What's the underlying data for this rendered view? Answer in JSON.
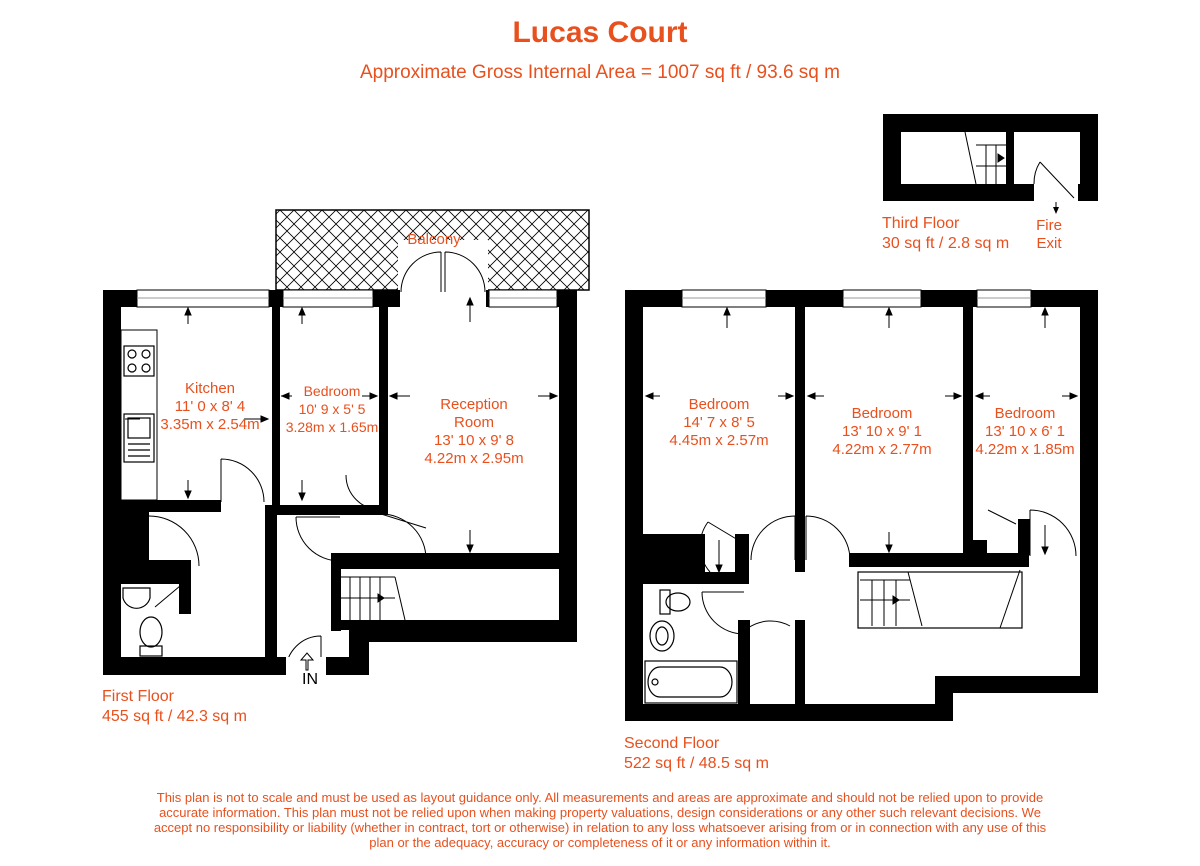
{
  "title": "Lucas Court",
  "subtitle": "Approximate Gross Internal Area = 1007 sq ft / 93.6 sq m",
  "colors": {
    "accent": "#e8501e",
    "wall": "#000000",
    "floor": "#ffffff",
    "window": "#bfbfbf"
  },
  "floors": {
    "first": {
      "name": "First Floor",
      "area": "455 sq ft / 42.3 sq m"
    },
    "second": {
      "name": "Second Floor",
      "area": "522 sq ft / 48.5 sq m"
    },
    "third": {
      "name": "Third Floor",
      "area": "30 sq ft / 2.8 sq m"
    }
  },
  "rooms": {
    "balcony": "Balcony",
    "kitchen": {
      "name": "Kitchen",
      "imperial": "11' 0 x 8' 4",
      "metric": "3.35m x 2.54m"
    },
    "bedroom1": {
      "name": "Bedroom",
      "imperial": "10' 9 x 5' 5",
      "metric": "3.28m x 1.65m"
    },
    "reception": {
      "name": "Reception",
      "name2": "Room",
      "imperial": "13' 10 x 9' 8",
      "metric": "4.22m x 2.95m"
    },
    "bedroom2": {
      "name": "Bedroom",
      "imperial": "14' 7 x 8' 5",
      "metric": "4.45m x 2.57m"
    },
    "bedroom3": {
      "name": "Bedroom",
      "imperial": "13' 10 x 9' 1",
      "metric": "4.22m x 2.77m"
    },
    "bedroom4": {
      "name": "Bedroom",
      "imperial": "13' 10 x 6' 1",
      "metric": "4.22m x 1.85m"
    }
  },
  "entrance": "IN",
  "fire_exit": {
    "line1": "Fire",
    "line2": "Exit"
  },
  "disclaimer": "This plan is not to scale and must be used as layout guidance only. All measurements and areas are approximate and should not be relied upon to provide accurate information. This plan must not be relied upon when making property valuations, design considerations or any other such relevant decisions. We accept no responsibility or liability (whether in contract, tort or otherwise) in relation to any loss whatsoever arising from or in connection with any use of this plan or the adequacy, accuracy or completeness of it or any information within it."
}
